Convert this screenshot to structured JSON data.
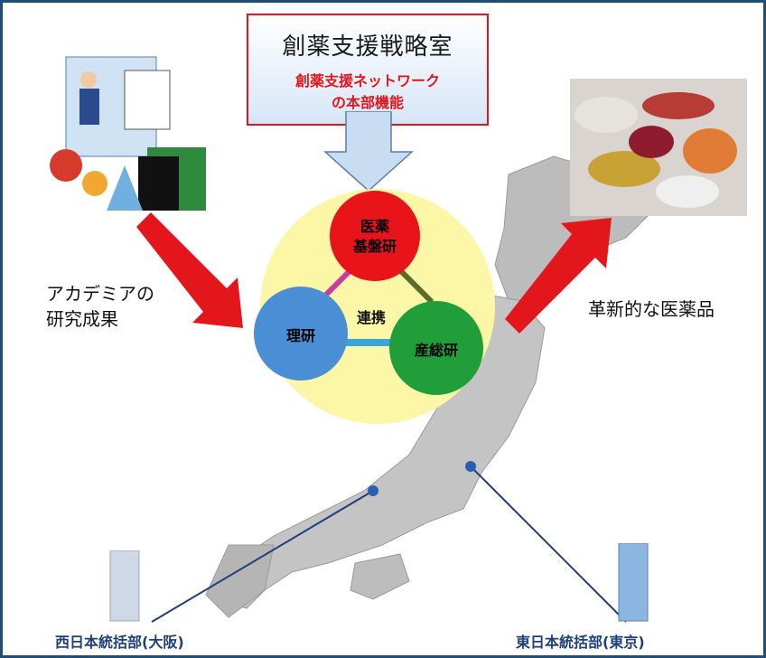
{
  "header": {
    "title": "創薬支援戦略室",
    "subtitle_line1": "創薬支援ネットワーク",
    "subtitle_line2": "の本部機能"
  },
  "left_label": [
    "アカデミアの",
    "研究成果"
  ],
  "right_label": "革新的な医薬品",
  "network": {
    "top_node": [
      "医薬",
      "基盤研"
    ],
    "left_node": "理研",
    "right_node": "産総研",
    "center_label": "連携"
  },
  "offices": {
    "west": "西日本統括部(大阪)",
    "east": "東日本統括部(東京)"
  },
  "colors": {
    "frame": "#1f4e79",
    "accent_red": "#e3161b",
    "node_red": "#e8141a",
    "node_blue": "#4a8fd6",
    "node_green": "#1f9e3a",
    "center_disc": "#fbf7a6"
  }
}
